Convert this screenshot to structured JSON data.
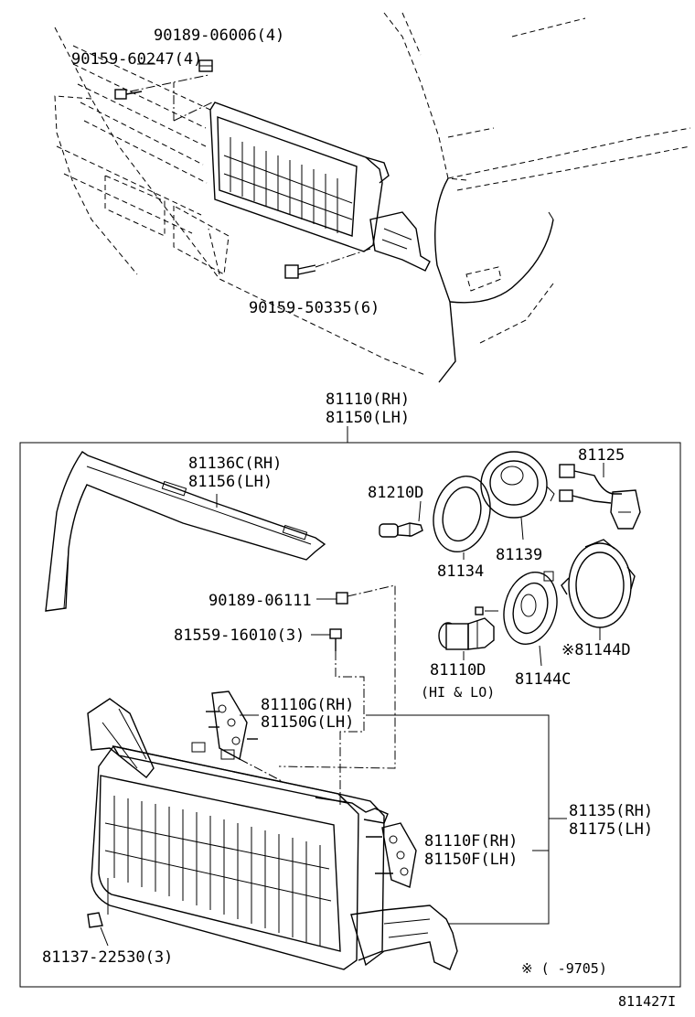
{
  "labels": {
    "nut_top": "90189-06006(4)",
    "bolt_top": "90159-60247(4)",
    "bolt_mid": "90159-50335(6)",
    "assy_rh": "81110(RH)",
    "assy_lh": "81150(LH)",
    "trim_rh": "81136C(RH)",
    "trim_lh": "81156(LH)",
    "bulb_small": "81210D",
    "gasket": "81134",
    "cover": "81139",
    "socket": "81125",
    "nut_inner": "90189-06111",
    "screw_inner": "81559-16010(3)",
    "bulb_main": "81110D",
    "bulb_main_note": "(HI & LO)",
    "retainer": "81144C",
    "ring": "※81144D",
    "bracket_upper_rh": "81110G(RH)",
    "bracket_upper_lh": "81150G(LH)",
    "unit_rh": "81135(RH)",
    "unit_lh": "81175(LH)",
    "bracket_lower_rh": "81110F(RH)",
    "bracket_lower_lh": "81150F(LH)",
    "clip": "81137-22530(3)",
    "footnote": "※ (     -9705)",
    "diagram_code": "811427I"
  }
}
